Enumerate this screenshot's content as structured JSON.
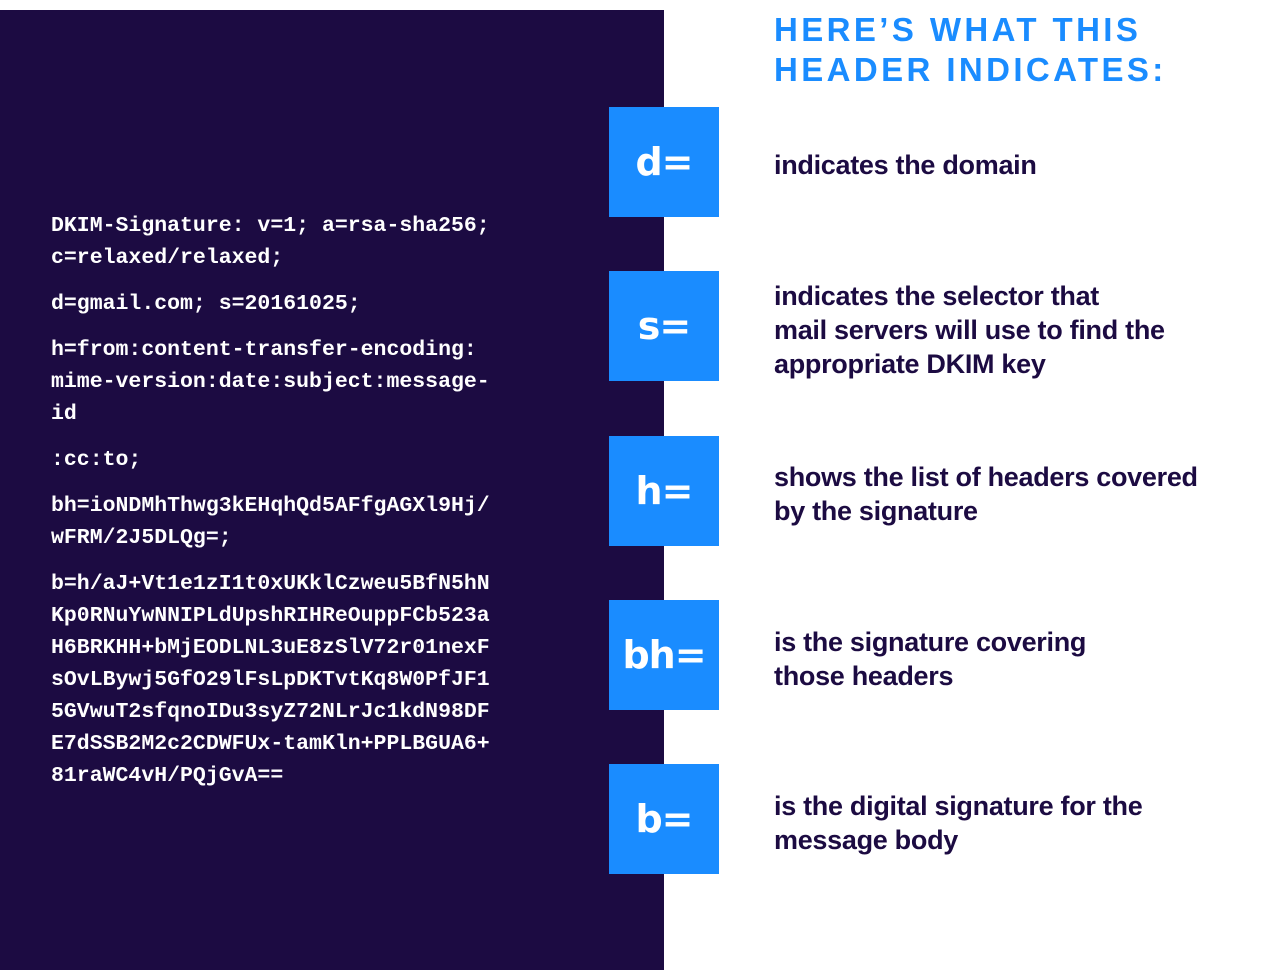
{
  "heading": {
    "line1": "HERE’S WHAT THIS",
    "line2": "HEADER INDICATES:"
  },
  "code": {
    "lines": [
      [
        "DKIM-Signature: v=1; a=rsa-sha256;",
        "c=relaxed/relaxed;"
      ],
      [
        "d=gmail.com; s=20161025;"
      ],
      [
        "h=from:content-transfer-encoding:",
        "mime-version:date:subject:message-",
        "id"
      ],
      [
        ":cc:to;"
      ],
      [
        "bh=ioNDMhThwg3kEHqhQd5AFfgAGXl9Hj/",
        "wFRM/2J5DLQg=;"
      ],
      [
        "b=h/aJ+Vt1e1zI1t0xUKklCzweu5BfN5hN",
        "Kp0RNuYwNNIPLdUpshRIHReOuppFCb523a",
        "H6BRKHH+bMjEODLNL3uE8zSlV72r01nexF",
        "sOvLBywj5GfO29lFsLpDKTvtKq8W0PfJF1",
        "5GVwuT2sfqnoIDu3syZ72NLrJc1kdN98DF",
        "E7dSSB2M2c2CDWFUx-tamKln+PPLBGUA6+",
        "81raWC4vH/PQjGvA=="
      ]
    ]
  },
  "tags": [
    {
      "label": "d=",
      "description": [
        "indicates the domain"
      ]
    },
    {
      "label": "s=",
      "description": [
        "indicates the selector that",
        "mail servers will use to find the",
        "appropriate DKIM key"
      ]
    },
    {
      "label": "h=",
      "description": [
        "shows the list of headers covered",
        "by the signature"
      ]
    },
    {
      "label": "bh=",
      "description": [
        "is the signature covering",
        "those headers"
      ]
    },
    {
      "label": "b=",
      "description": [
        "is the digital signature for the",
        "message body"
      ]
    }
  ],
  "colors": {
    "panel": "#1c0b42",
    "accent": "#1a8cff",
    "text_dark": "#1c0b42",
    "text_light": "#ffffff"
  }
}
